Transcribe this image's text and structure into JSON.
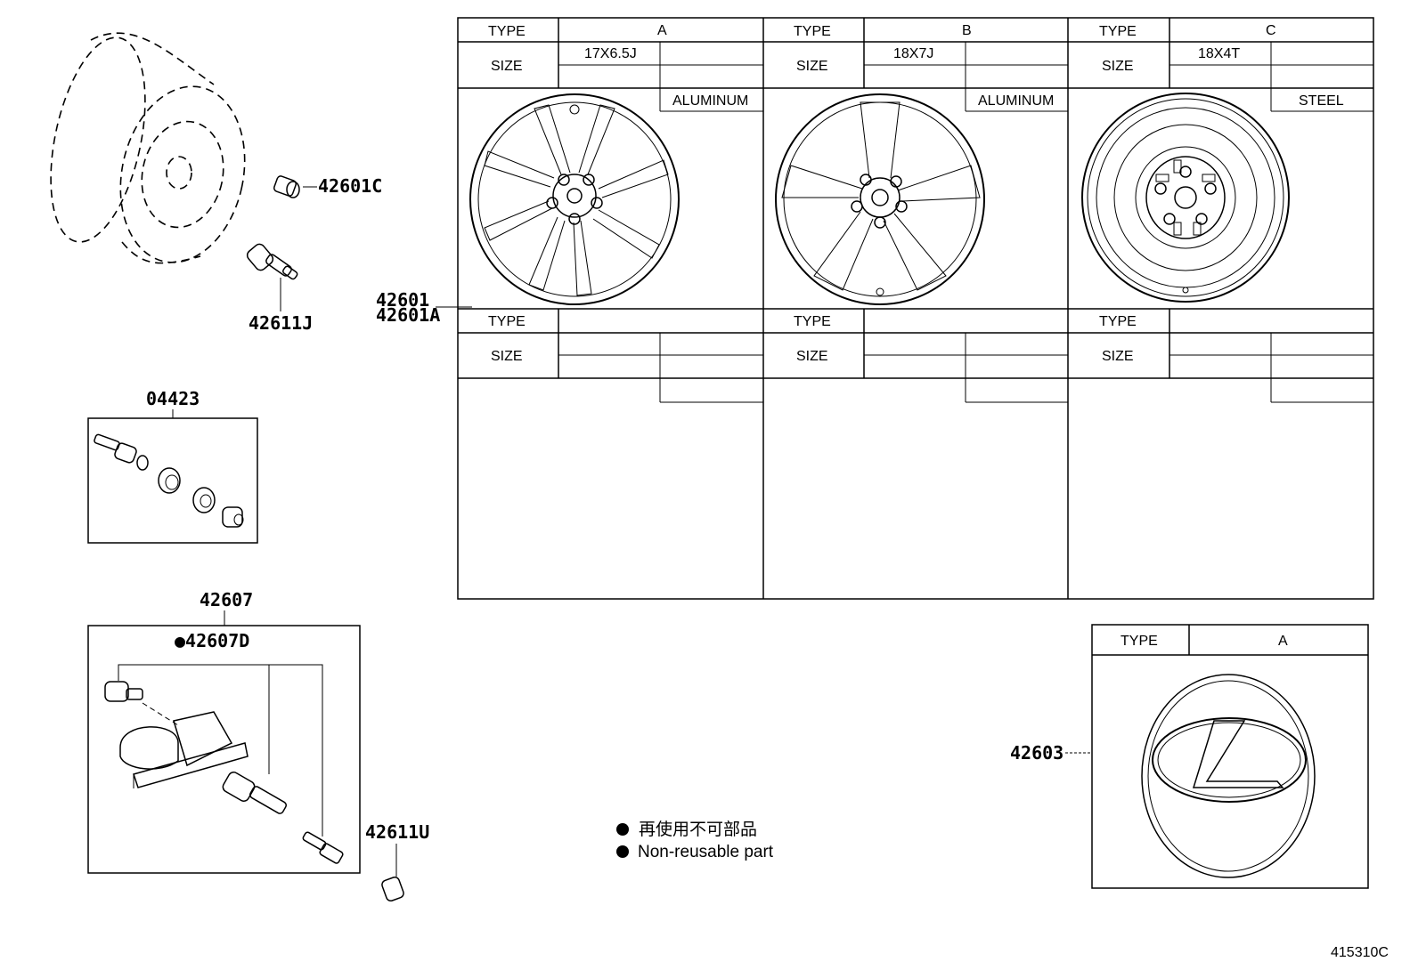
{
  "parts": {
    "p42601C": "42601C",
    "p42611J": "42611J",
    "p04423": "04423",
    "p42607": "42607",
    "p42607D": "●42607D",
    "p42611U": "42611U",
    "p42601": "42601",
    "p42601A": "42601A",
    "p42603": "42603"
  },
  "wheel_table": {
    "type_label": "TYPE",
    "size_label": "SIZE",
    "columns": [
      {
        "type": "A",
        "size": "17X6.5J",
        "material": "ALUMINUM"
      },
      {
        "type": "B",
        "size": "18X7J",
        "material": "ALUMINUM"
      },
      {
        "type": "C",
        "size": "18X4T",
        "material": "STEEL"
      }
    ]
  },
  "cap_table": {
    "type_label": "TYPE",
    "type_value": "A"
  },
  "legend": {
    "jp": "再使用不可部品",
    "en": "Non-reusable part"
  },
  "diagram_id": "415310C"
}
